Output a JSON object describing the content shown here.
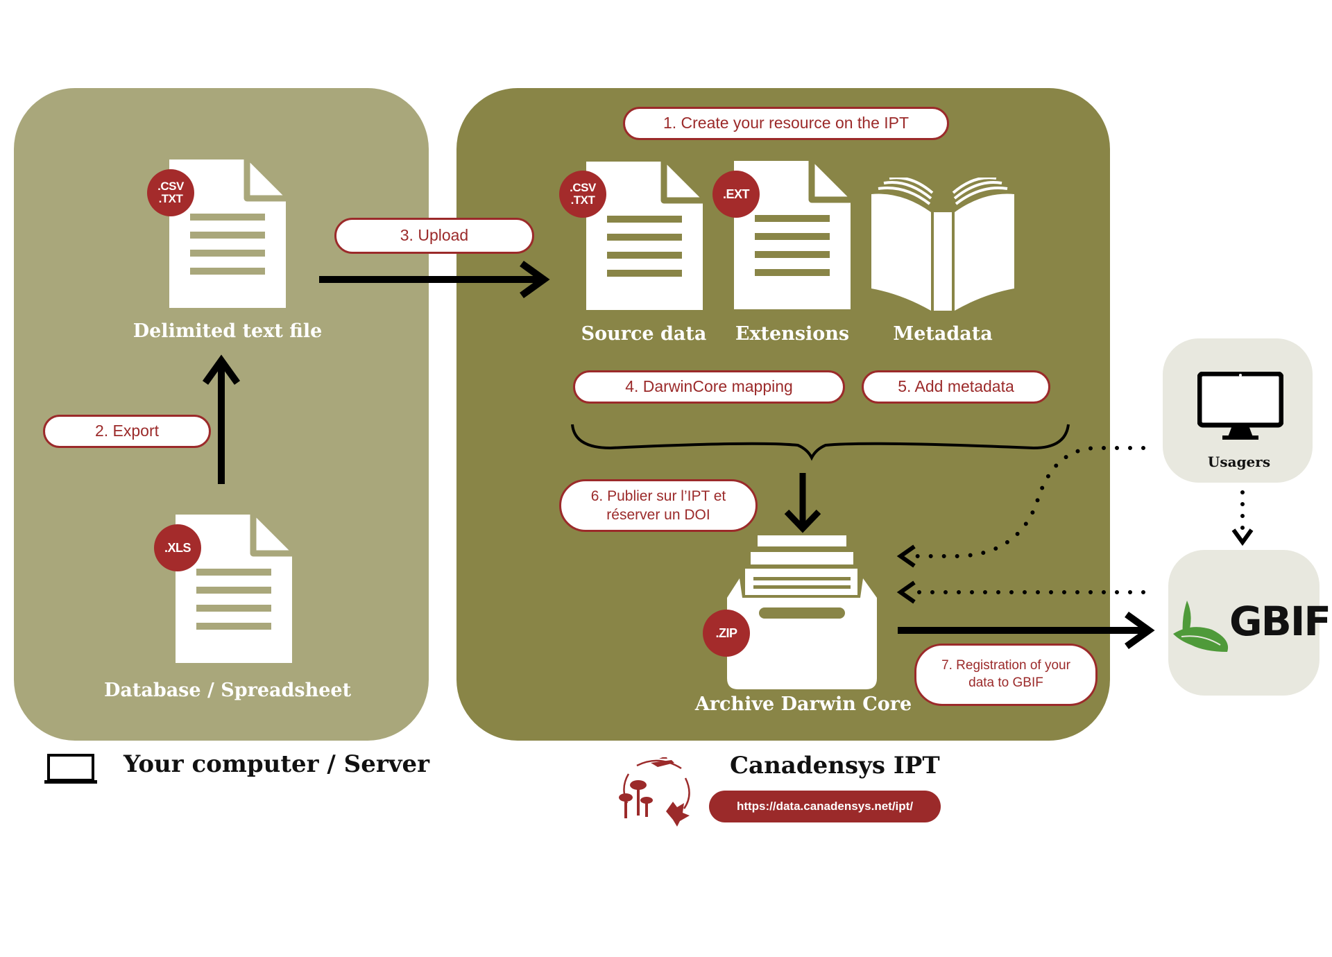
{
  "colors": {
    "local_panel": "#a9a77b",
    "ipt_panel": "#898547",
    "accent_red": "#9b2a2a",
    "side_box": "#e8e8df",
    "gbif_green": "#4f9a3a"
  },
  "local": {
    "file_badge": ".CSV\n.TXT",
    "file_label": "Delimited text file",
    "db_badge": ".XLS",
    "db_label": "Database / Spreadsheet",
    "caption": "Your computer / Server",
    "caption_icon": "laptop-icon"
  },
  "ipt": {
    "source_badge": ".CSV\n.TXT",
    "source_label": "Source data",
    "ext_badge": ".EXT",
    "ext_label": "Extensions",
    "meta_label": "Metadata",
    "meta_icon": "book-icon",
    "archive_badge": ".ZIP",
    "archive_label": "Archive Darwin Core",
    "archive_icon": "archive-box-icon",
    "caption": "Canadensys IPT",
    "url": "https://data.canadensys.net/ipt/",
    "logo_icon": "canadensys-logo-icon"
  },
  "steps": {
    "s1": "1.  Create your resource on the IPT",
    "s2": "2. Export",
    "s3": "3. Upload",
    "s4": "4. DarwinCore mapping",
    "s5": "5. Add metadata",
    "s6": "6. Publier sur l’IPT et\nréserver un DOI",
    "s7": "7. Registration of your\ndata to GBIF"
  },
  "users": {
    "label": "Usagers",
    "icon": "monitor-icon"
  },
  "gbif": {
    "label": "GBIF",
    "icon": "gbif-leaf-icon"
  }
}
